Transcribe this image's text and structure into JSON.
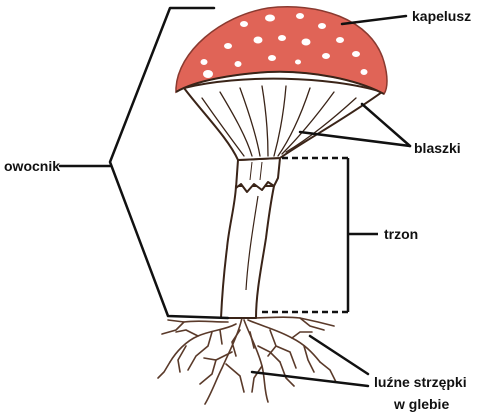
{
  "labels": {
    "cap": "kapelusz",
    "gills": "blaszki",
    "stem": "trzon",
    "fruiting_body": "owocnik",
    "hyphae_line1": "luźne strzępki",
    "hyphae_line2": "w glebie"
  },
  "colors": {
    "cap": "#e06457",
    "spots": "#ffffff",
    "outline": "#3a2418",
    "roots": "#5a3a2a",
    "lines": "#111111"
  }
}
